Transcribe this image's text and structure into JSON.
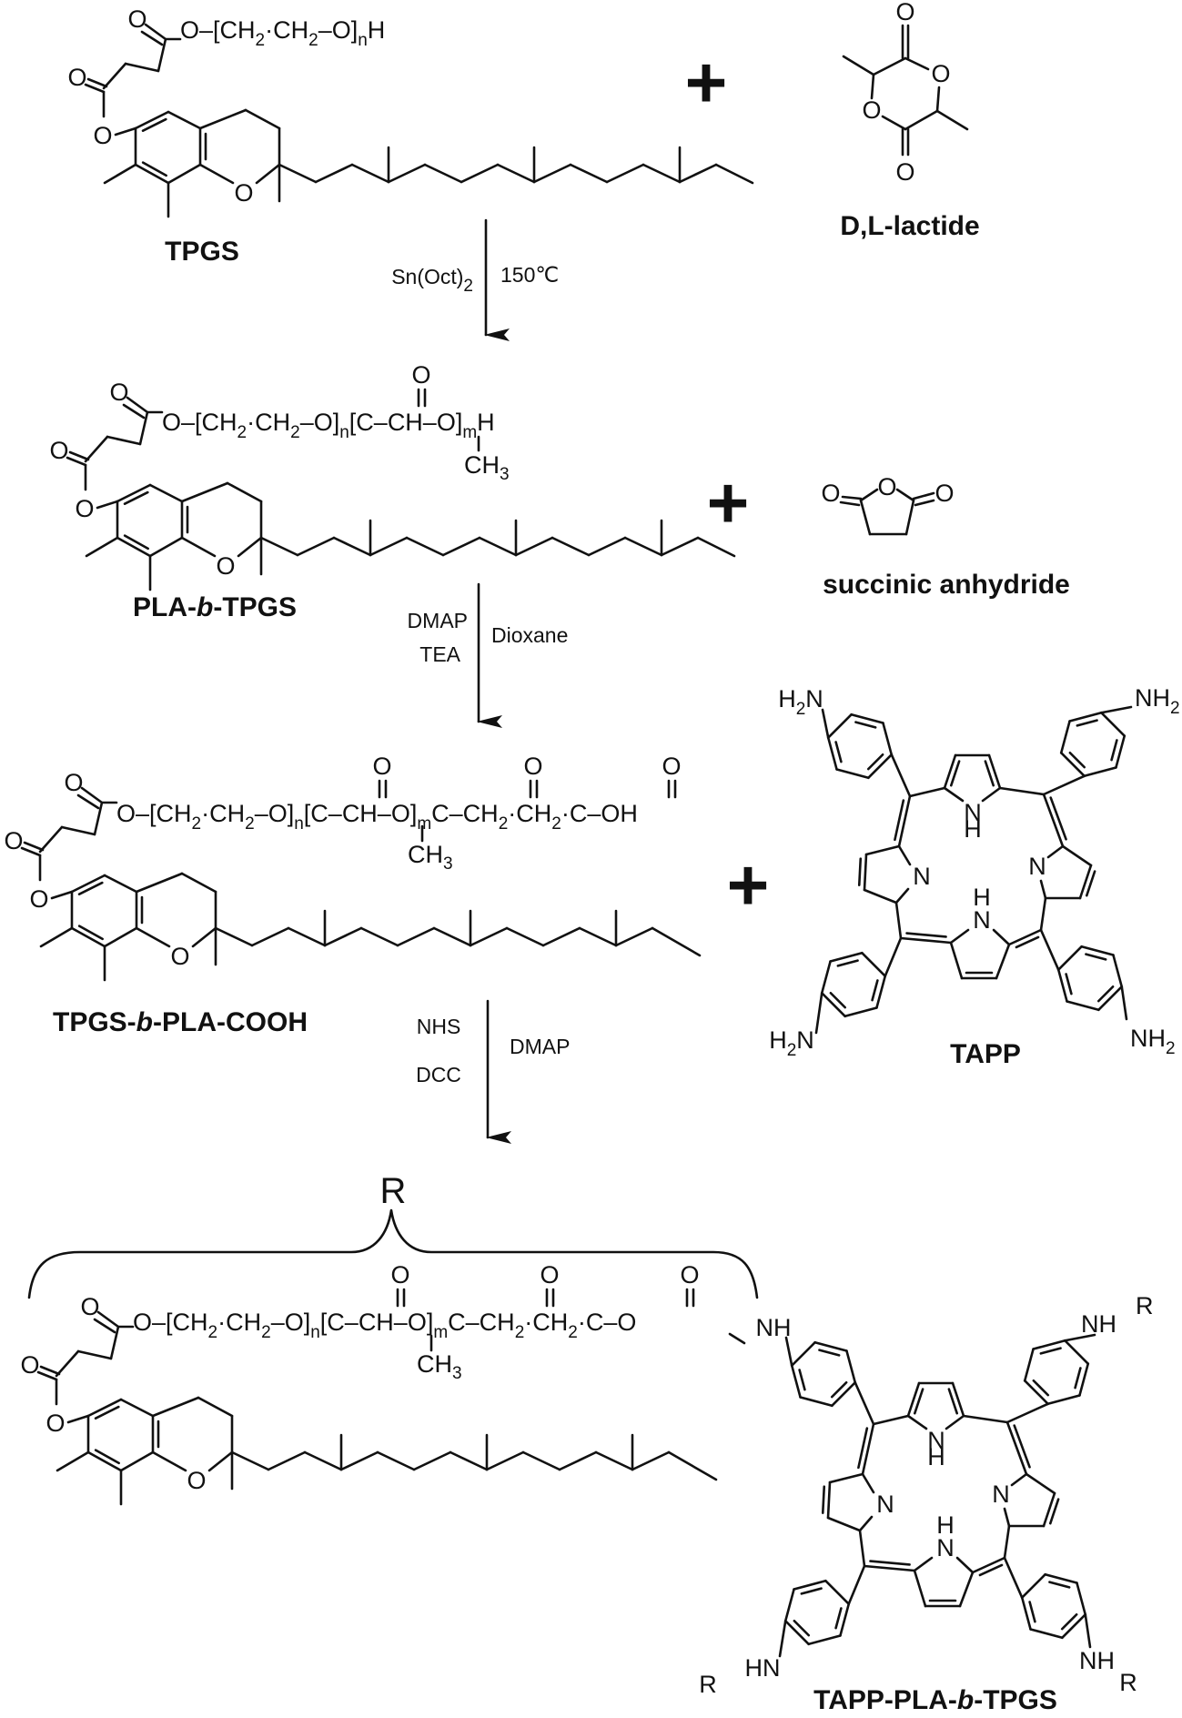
{
  "figure": {
    "title": "Synthesis scheme of TAPP-PLA-b-TPGS",
    "compounds": {
      "tpgs": {
        "label": "TPGS",
        "chain_text": "O‒[CH₂·CH₂–O]ₙH",
        "atoms": {
          "carbonyl_o": "O",
          "ester_o": "O",
          "ring_o": "O"
        },
        "repeat_n": "n",
        "end_group": "H"
      },
      "lactide": {
        "label": "D,L-lactide",
        "atoms": [
          "O",
          "O",
          "O",
          "O"
        ]
      },
      "pla_b_tpgs": {
        "label_prefix": "PLA-",
        "label_italic": "b",
        "label_suffix": "-TPGS",
        "repeat_n": "n",
        "repeat_m": "m",
        "end_group": "H",
        "methyl": "CH3"
      },
      "succinic_anhydride": {
        "label": "succinic anhydride",
        "atoms": [
          "O",
          "O",
          "O"
        ]
      },
      "tpgs_b_pla_cooh": {
        "label_prefix": "TPGS-",
        "label_italic": "b",
        "label_suffix": "-PLA-COOH",
        "end_group": "OH",
        "repeat_n": "n",
        "repeat_m": "m"
      },
      "tapp": {
        "label": "TAPP",
        "amine": "NH2",
        "amine_left": "H2N",
        "pyrrole_nh": "NH",
        "pyrrole_n": "N"
      },
      "product": {
        "label_prefix": "TAPP-PLA-",
        "label_italic": "b",
        "label_suffix": "-TPGS",
        "r_group": "R",
        "linker": "NH",
        "linker_left": "HN"
      }
    },
    "steps": [
      {
        "left_reagent": "Sn(Oct)",
        "left_sub": "2",
        "right_condition": "150℃"
      },
      {
        "left_reagents": [
          "DMAP",
          "TEA"
        ],
        "right_condition": "Dioxane"
      },
      {
        "left_reagents": [
          "NHS",
          "DCC"
        ],
        "right_condition": "DMAP"
      }
    ],
    "plus_sign": "+"
  }
}
